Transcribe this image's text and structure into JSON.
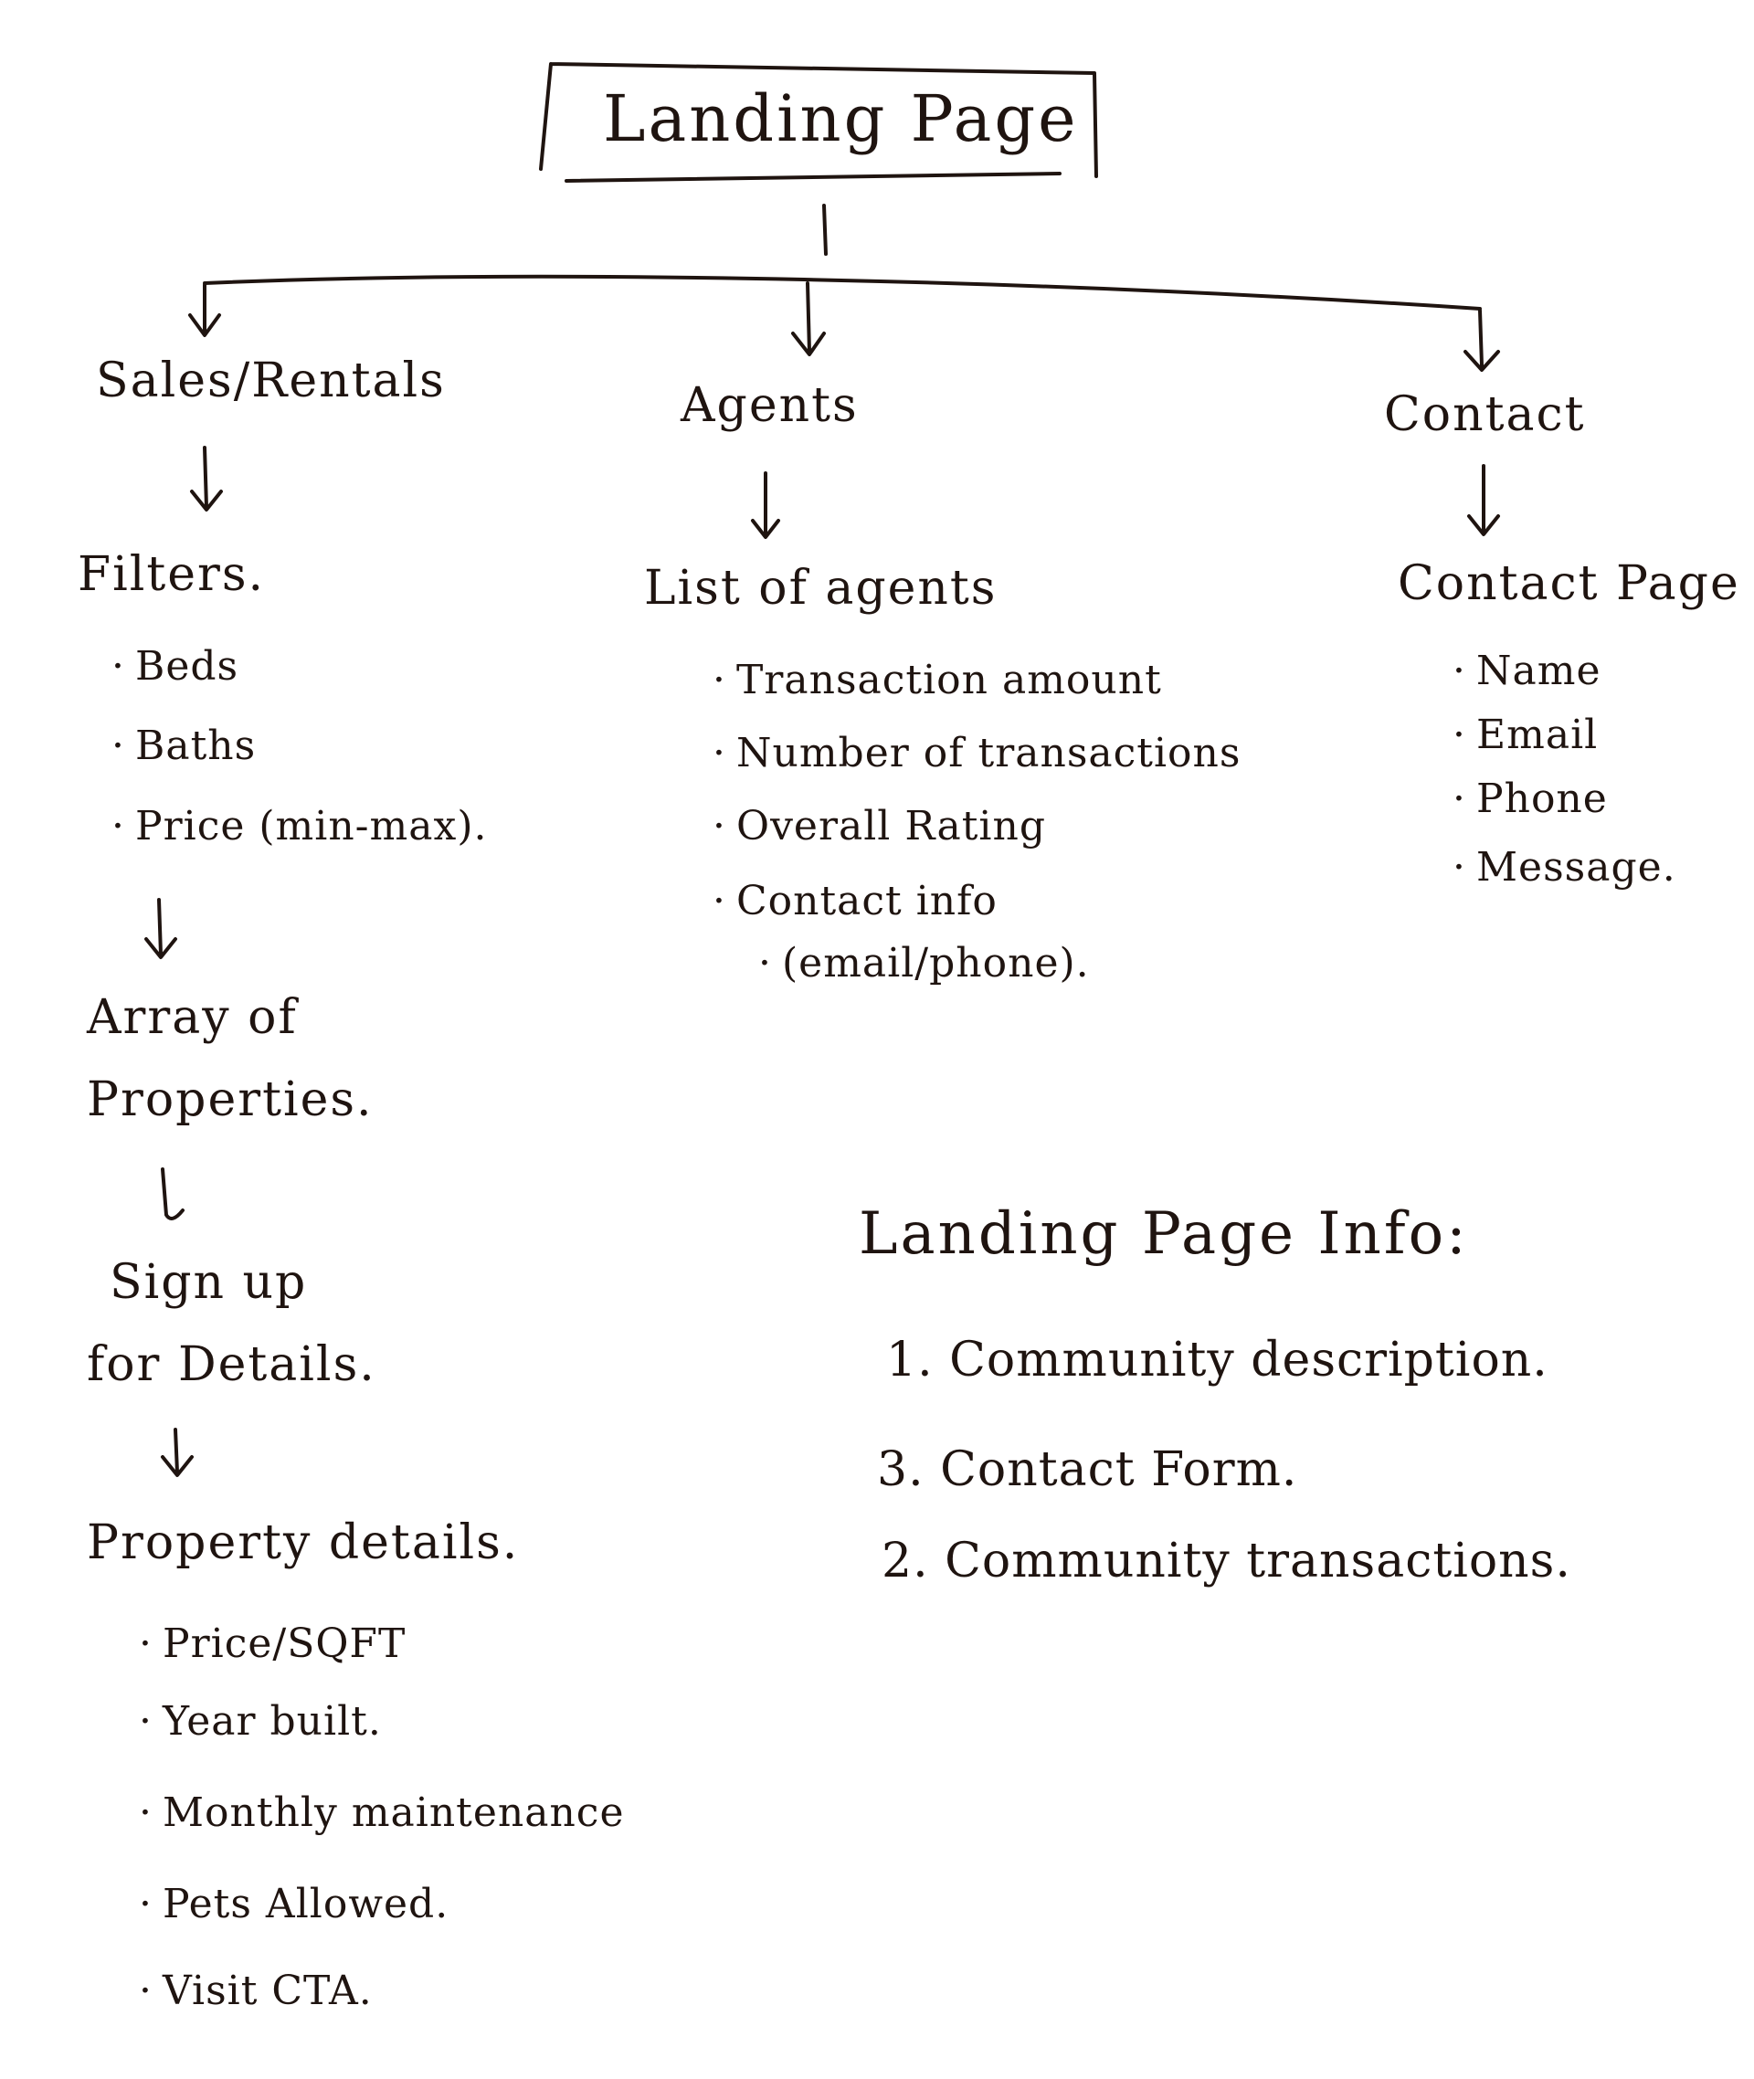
{
  "root": {
    "label": "Landing Page"
  },
  "sales": {
    "label": "Sales/Rentals",
    "filters": {
      "label": "Filters.",
      "items": [
        "Beds",
        "Baths",
        "Price (min-max)."
      ]
    },
    "array": {
      "line1": "Array of",
      "line2": "Properties."
    },
    "signup": {
      "line1": "Sign up",
      "line2": "for Details."
    },
    "details": {
      "label": "Property details.",
      "items": [
        "Price/SQFT",
        "Year built.",
        "Monthly maintenance",
        "Pets Allowed.",
        "Visit CTA."
      ]
    }
  },
  "agents": {
    "label": "Agents",
    "list": {
      "label": "List of agents",
      "items": [
        "Transaction amount",
        "Number of transactions",
        "Overall Rating",
        "Contact info"
      ],
      "contact_sub": "(email/phone)."
    }
  },
  "contact": {
    "label": "Contact",
    "page": {
      "label": "Contact Page",
      "items": [
        "Name",
        "Email",
        "Phone",
        "Message."
      ]
    }
  },
  "info": {
    "label": "Landing Page Info:",
    "items": [
      "1. Community description.",
      "3. Contact Form.",
      "2. Community transactions."
    ]
  },
  "colors": {
    "ink": "#1f1410",
    "paper": "#ffffff"
  }
}
